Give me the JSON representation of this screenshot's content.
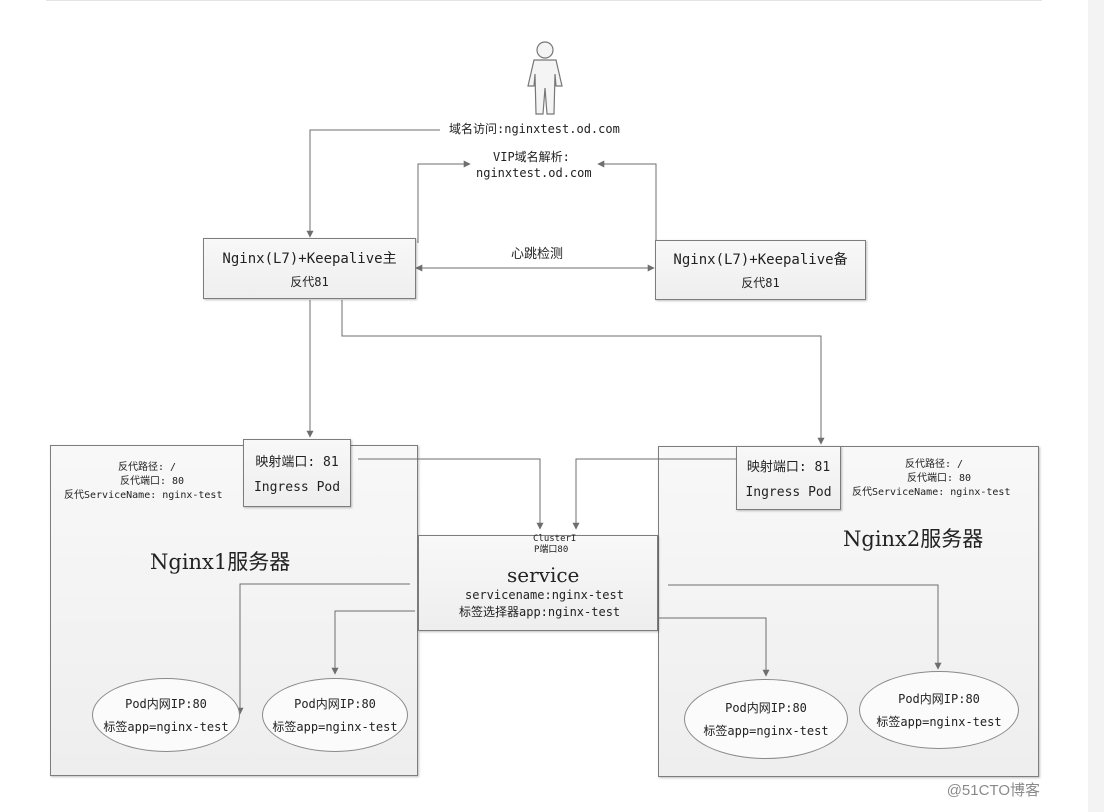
{
  "user": {
    "label": "域名访问:nginxtest.od.com"
  },
  "vip": {
    "line1": "VIP域名解析:",
    "line2": "nginxtest.od.com"
  },
  "heartbeat": "心跳检测",
  "nginx_main": {
    "line1": "Nginx(L7)+Keepalive主",
    "line2": "反代81"
  },
  "nginx_backup": {
    "line1": "Nginx(L7)+Keepalive备",
    "line2": "反代81"
  },
  "server1": {
    "title": "Nginx1服务器",
    "notes": [
      "反代路径: /",
      "反代端口: 80",
      "反代ServiceName: nginx-test"
    ],
    "ingress": {
      "line1": "映射端口: 81",
      "line2": "Ingress Pod"
    },
    "pods": [
      {
        "line1": "Pod内网IP:80",
        "line2": "标签app=nginx-test"
      },
      {
        "line1": "Pod内网IP:80",
        "line2": "标签app=nginx-test"
      }
    ]
  },
  "server2": {
    "title": "Nginx2服务器",
    "notes": [
      "反代路径: /",
      "反代端口: 80",
      "反代ServiceName: nginx-test"
    ],
    "ingress": {
      "line1": "映射端口: 81",
      "line2": "Ingress Pod"
    },
    "pods": [
      {
        "line1": "Pod内网IP:80",
        "line2": "标签app=nginx-test"
      },
      {
        "line1": "Pod内网IP:80",
        "line2": "标签app=nginx-test"
      }
    ]
  },
  "service": {
    "cluster1": "ClusterI",
    "cluster2": "P端口80",
    "title": "service",
    "name": "servicename:nginx-test",
    "selector": "标签选择器app:nginx-test"
  },
  "watermark": "@51CTO博客",
  "colors": {
    "line": "#6e6e6e",
    "box_border": "#7d7d7d",
    "box_fill": "#f1f1f1"
  }
}
